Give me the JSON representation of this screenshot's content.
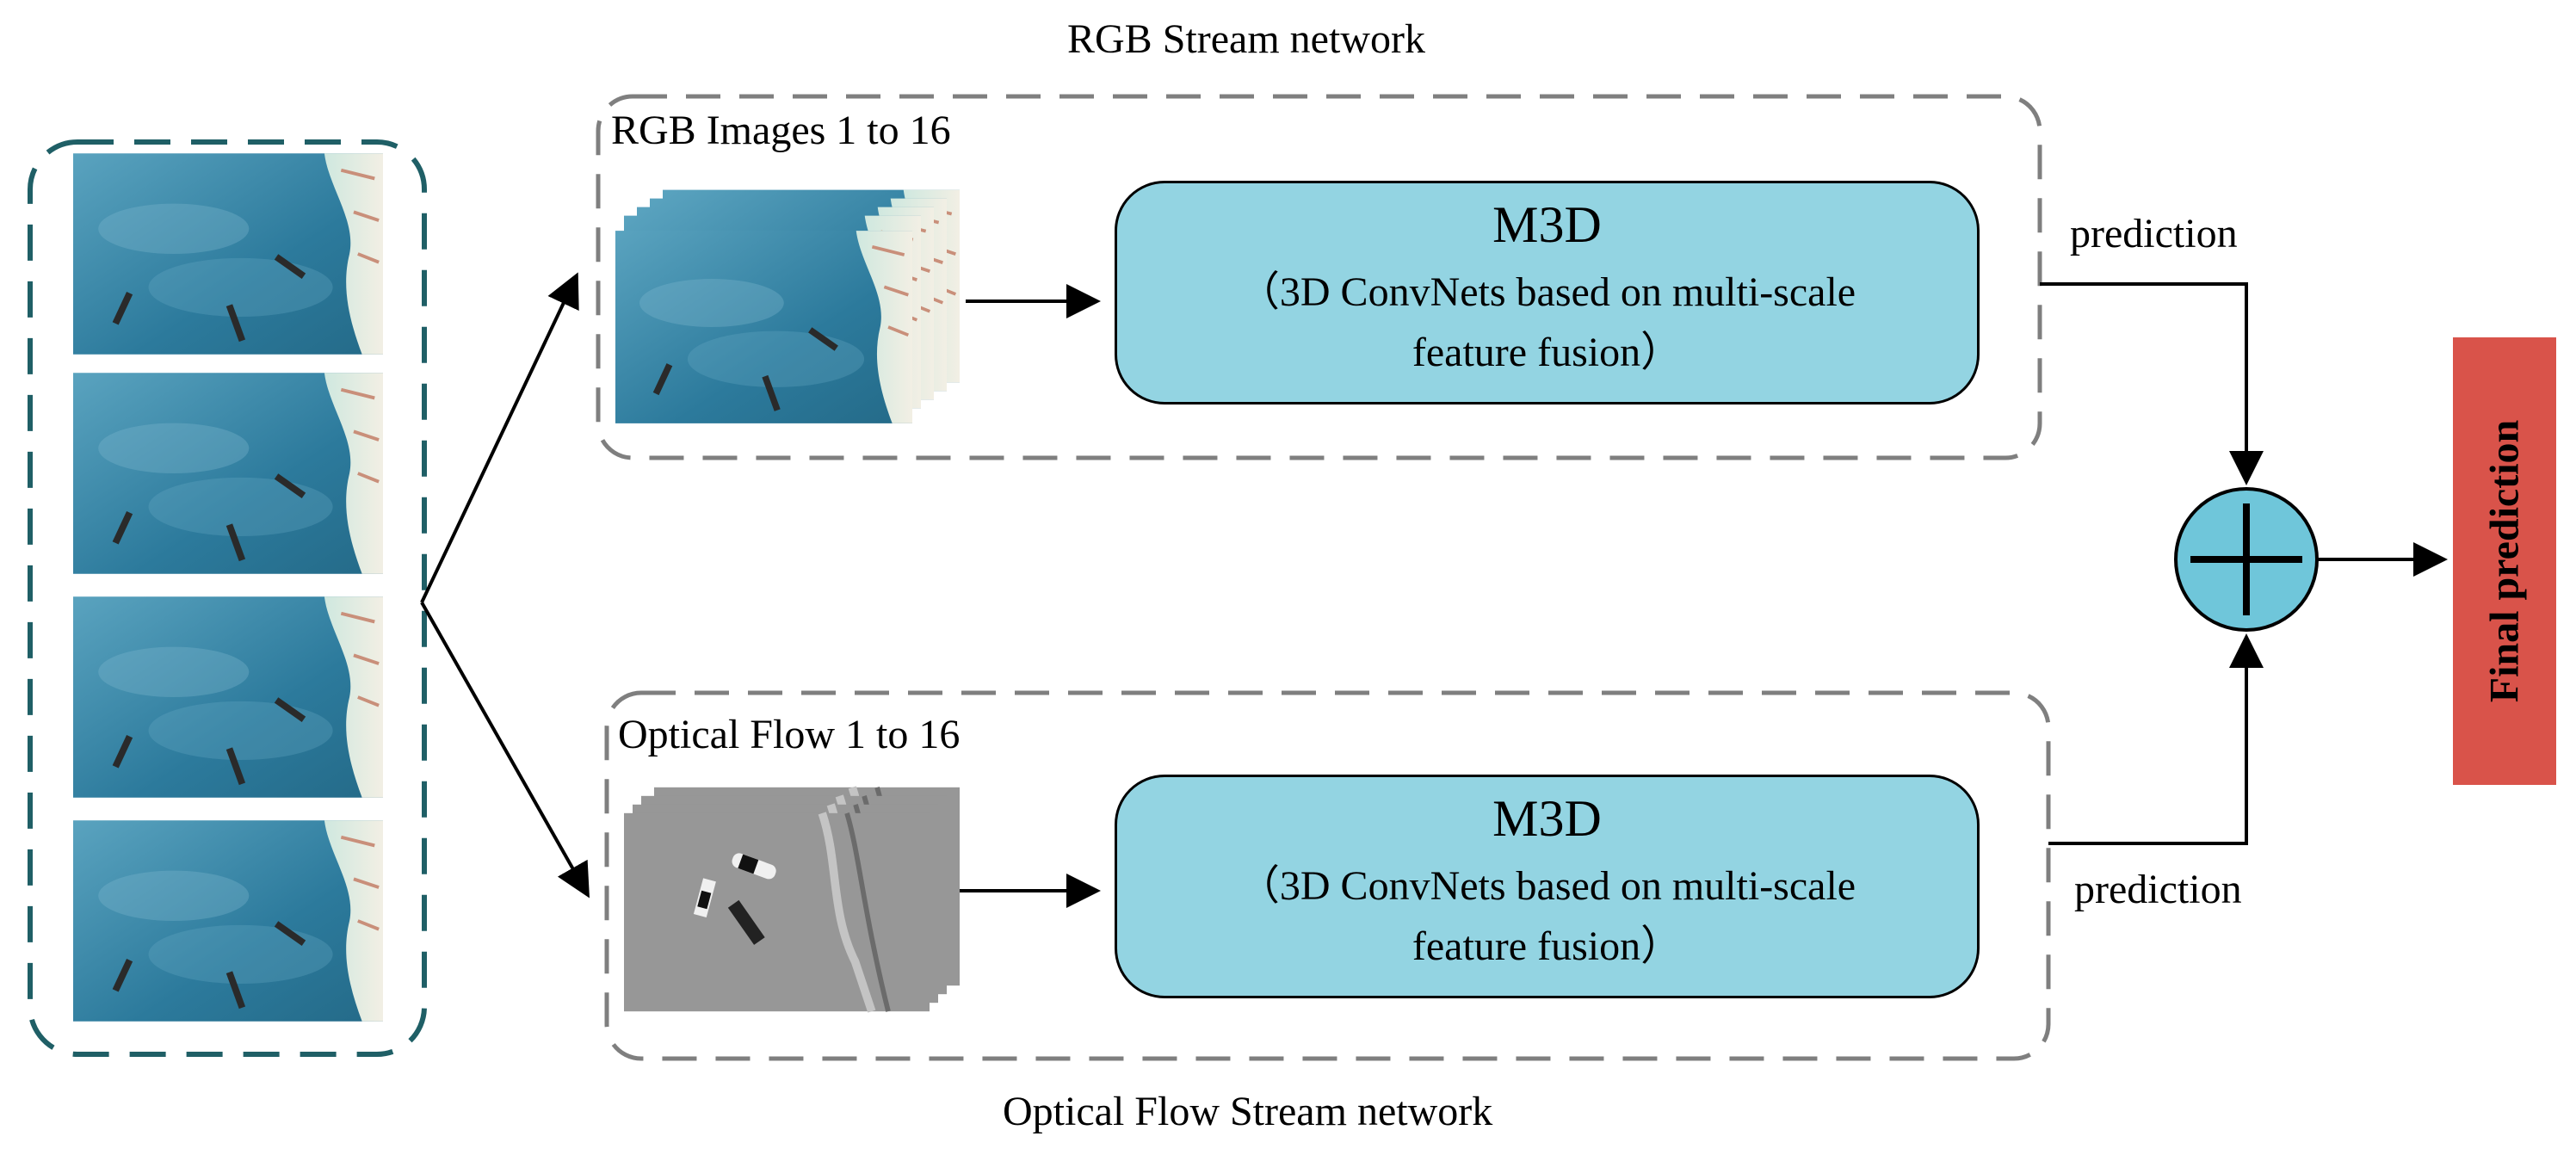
{
  "diagram": {
    "rgb_stream": {
      "title": "RGB  Stream  network",
      "input_label": "RGB  Images  1  to 16",
      "model": {
        "title": "M3D",
        "line1": "（3D ConvNets based on multi-scale",
        "line2": "feature fusion）"
      },
      "output_label": "prediction"
    },
    "flow_stream": {
      "title": "Optical  Flow  Stream  network",
      "input_label": "Optical  Flow  1  to 16",
      "model": {
        "title": "M3D",
        "line1": "（3D ConvNets based on multi-scale",
        "line2": "feature fusion）"
      },
      "output_label": "prediction"
    },
    "fusion_symbol": "+",
    "final_label": "Final prediction",
    "colors": {
      "frame_dash": "#1f5f66",
      "stream_dash": "#7f7f7f",
      "model_fill": "#93d4e2",
      "fusion_fill": "#6fc6da",
      "final_fill": "#d9534a",
      "water": "#2f7fa0",
      "flow_gray": "#8c8c8c"
    }
  }
}
